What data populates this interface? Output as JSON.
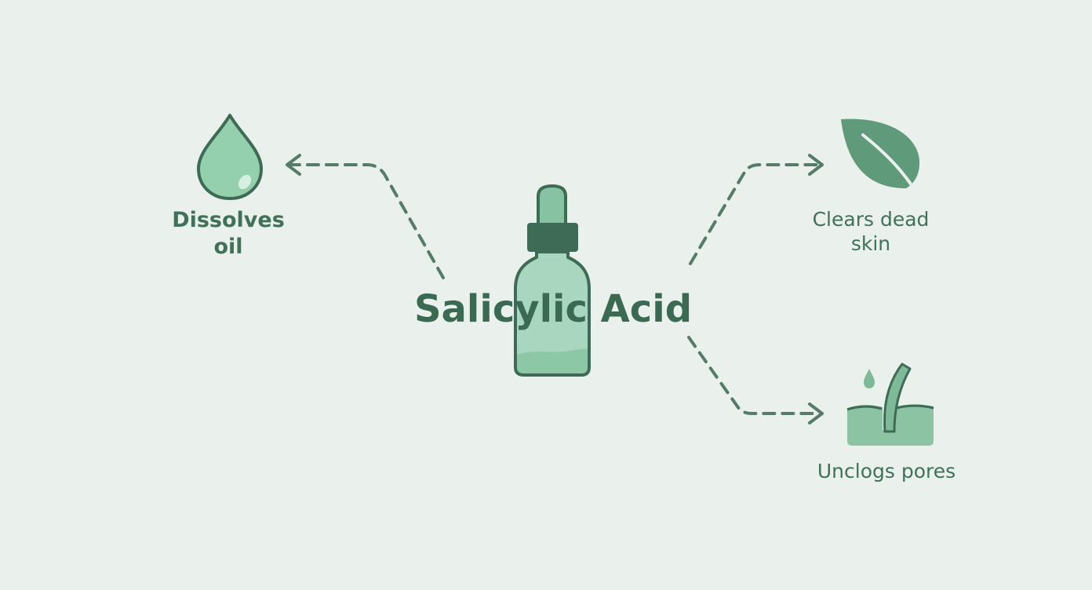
{
  "diagram": {
    "center": {
      "title": "Salicylic Acid",
      "icon": "dropper-bottle-icon"
    },
    "benefits": [
      {
        "id": "dissolves-oil",
        "lines": [
          "Dissolves",
          "oil"
        ],
        "icon": "oil-drop-icon"
      },
      {
        "id": "clears-dead-skin",
        "lines": [
          "Clears dead",
          "skin"
        ],
        "icon": "leaf-icon"
      },
      {
        "id": "unclogs-pores",
        "lines": [
          "Unclogs pores"
        ],
        "icon": "skin-pore-icon"
      }
    ]
  },
  "colors": {
    "background": "#eaf0ec",
    "dark_green": "#3d6b55",
    "medium_green": "#5f9a7b",
    "light_green": "#9fd1b5",
    "bottle_fill": "#a9d6be",
    "arrow": "#557b69"
  }
}
